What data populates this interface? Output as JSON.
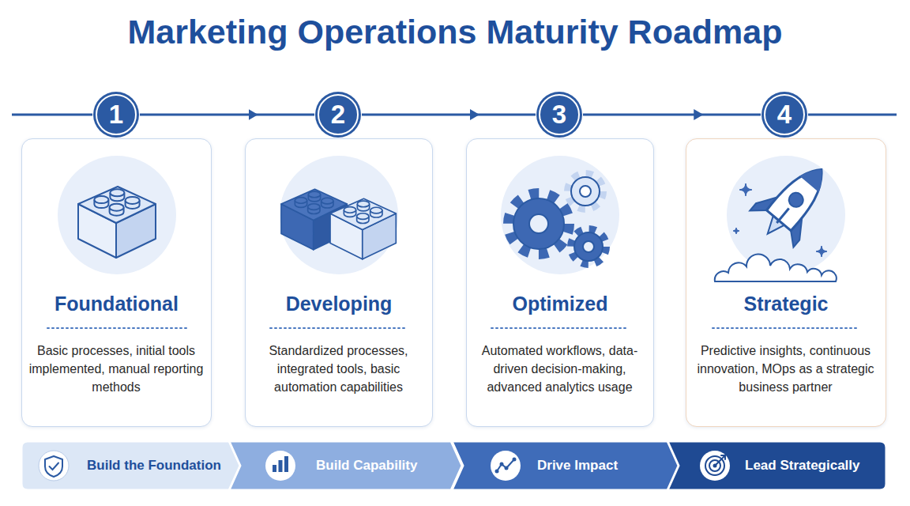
{
  "diagram": {
    "title": "Marketing Operations Maturity Roadmap",
    "nodes": [
      {
        "text": [
          "1"
        ]
      },
      {
        "text": [
          "Foundational",
          "Basic processes, initial tools implemented, manual reporting methods"
        ]
      },
      {
        "text": [
          "2"
        ]
      },
      {
        "text": [
          "Developing",
          "Standardized processes, integrated tools, basic automation capabilities"
        ]
      },
      {
        "text": [
          "3"
        ]
      },
      {
        "text": [
          "Optimized",
          "Automated workflows, data-driven decision-making, advanced analytics usage"
        ]
      },
      {
        "text": [
          "4"
        ]
      },
      {
        "text": [
          "Strategic",
          "Predictive insights, continuous innovation, MOps as a strategic business partner"
        ]
      },
      {
        "text": [
          "Build the Foundation"
        ]
      },
      {
        "text": [
          "Build Capability"
        ]
      },
      {
        "text": [
          "Drive Impact"
        ]
      },
      {
        "text": [
          "Lead Strategically"
        ]
      }
    ],
    "edges": [
      {
        "from": 0,
        "to": 2,
        "arrow": "to"
      },
      {
        "from": 2,
        "to": 4,
        "arrow": "to"
      },
      {
        "from": 4,
        "to": 6,
        "arrow": "to"
      }
    ]
  }
}
